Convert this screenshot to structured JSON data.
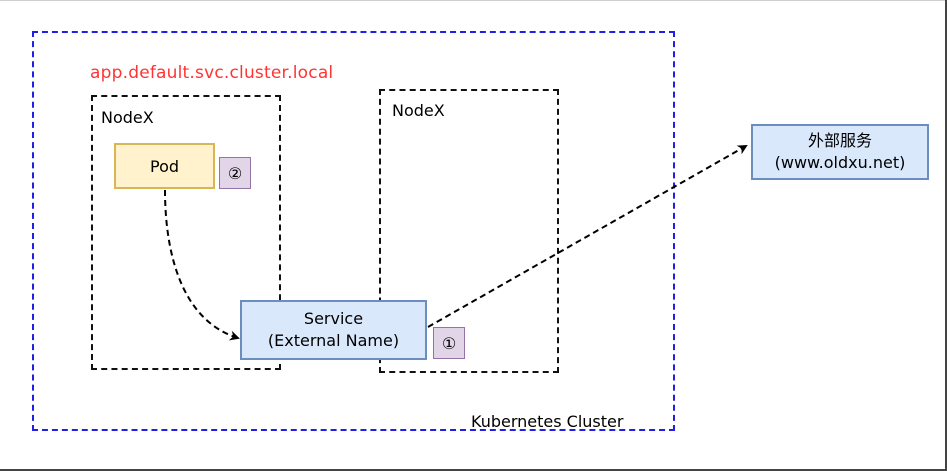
{
  "cluster": {
    "label": "Kubernetes Cluster",
    "dns_name": "app.default.svc.cluster.local"
  },
  "nodes": [
    {
      "title": "NodeX"
    },
    {
      "title": "NodeX"
    }
  ],
  "pod": {
    "label": "Pod",
    "step": "②"
  },
  "service": {
    "line1": "Service",
    "line2": "(External Name)",
    "step": "①"
  },
  "external_service": {
    "line1": "外部服务",
    "line2": "(www.oldxu.net)"
  },
  "colors": {
    "cluster_border": "#1f1fe6",
    "dns_label": "#ff3333",
    "pod_fill": "#fff2cc",
    "pod_border": "#d6b656",
    "service_fill": "#dae8fc",
    "service_border": "#6c8ebf",
    "badge_fill": "#e1d5e7",
    "badge_border": "#9673a6"
  }
}
